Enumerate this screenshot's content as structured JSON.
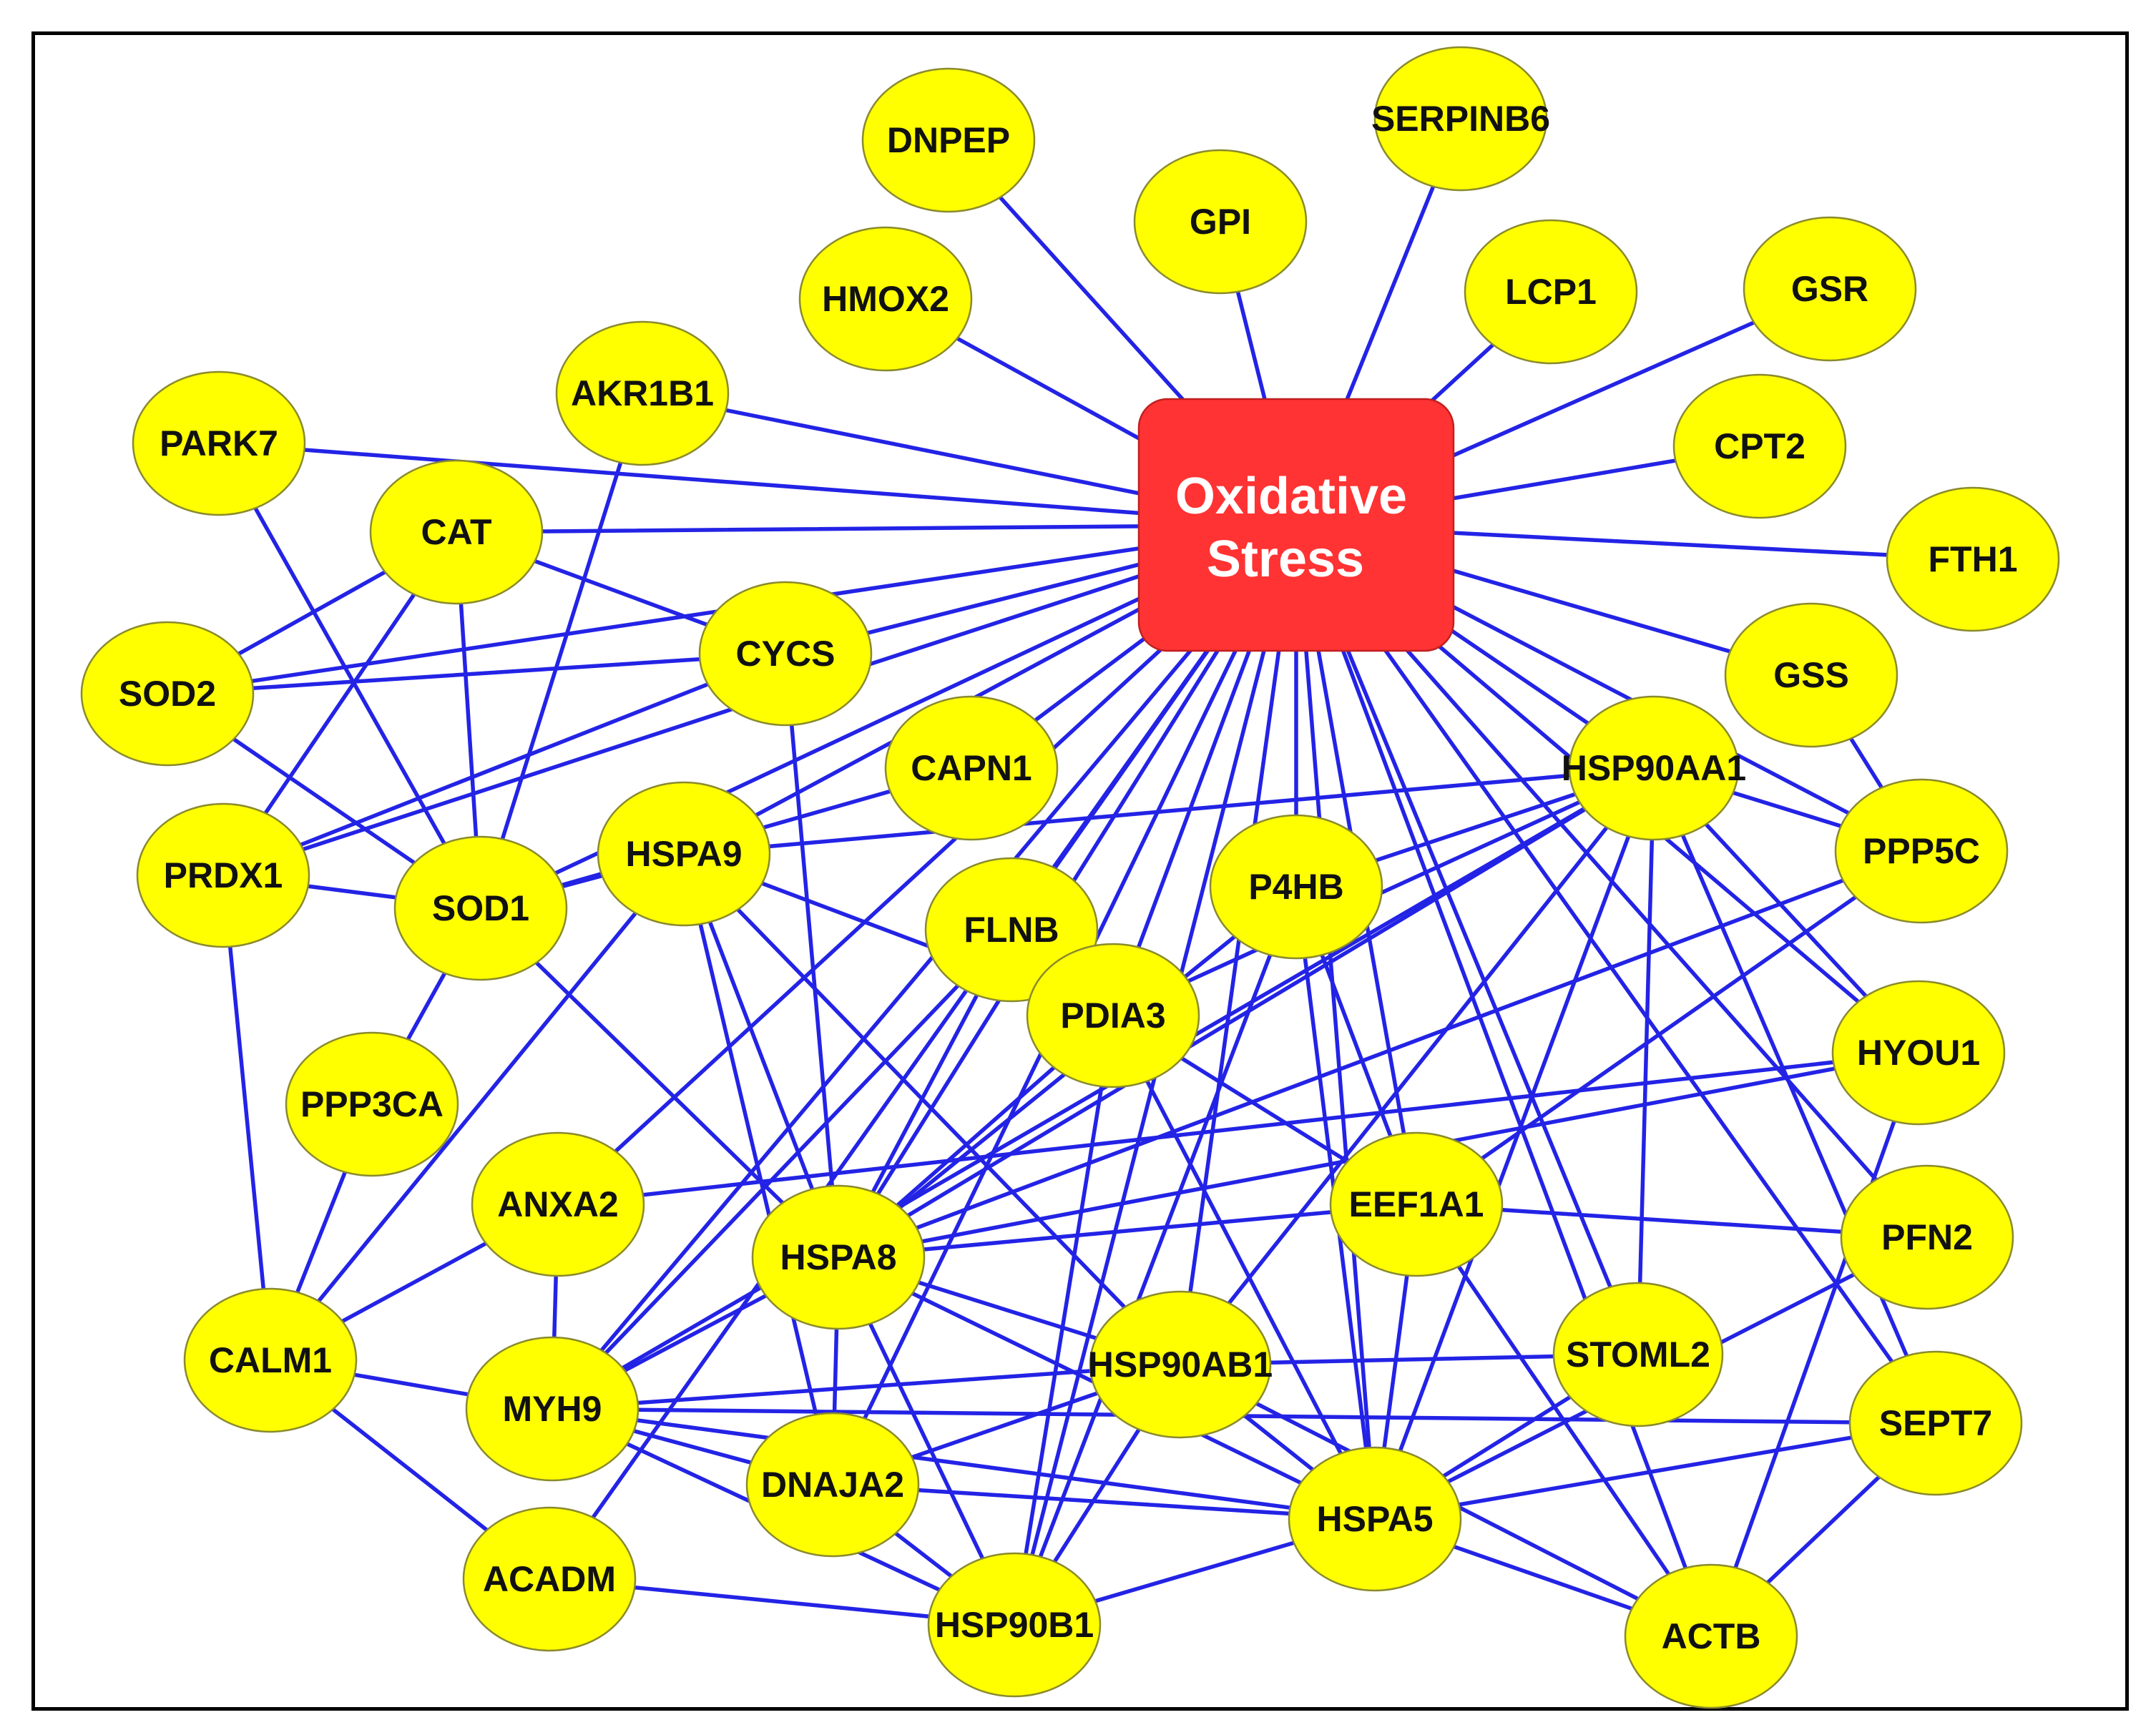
{
  "hub": {
    "label_lines": [
      "Oxidative",
      "Stress"
    ]
  },
  "nodes": [
    {
      "id": "DNPEP",
      "label": "DNPEP"
    },
    {
      "id": "SERPINB6",
      "label": "SERPINB6"
    },
    {
      "id": "GPI",
      "label": "GPI"
    },
    {
      "id": "HMOX2",
      "label": "HMOX2"
    },
    {
      "id": "LCP1",
      "label": "LCP1"
    },
    {
      "id": "GSR",
      "label": "GSR"
    },
    {
      "id": "AKR1B1",
      "label": "AKR1B1"
    },
    {
      "id": "PARK7",
      "label": "PARK7"
    },
    {
      "id": "CPT2",
      "label": "CPT2"
    },
    {
      "id": "CAT",
      "label": "CAT"
    },
    {
      "id": "FTH1",
      "label": "FTH1"
    },
    {
      "id": "CYCS",
      "label": "CYCS"
    },
    {
      "id": "SOD2",
      "label": "SOD2"
    },
    {
      "id": "GSS",
      "label": "GSS"
    },
    {
      "id": "HSP90AA1",
      "label": "HSP90AA1"
    },
    {
      "id": "CAPN1",
      "label": "CAPN1"
    },
    {
      "id": "HSPA9",
      "label": "HSPA9"
    },
    {
      "id": "PPP5C",
      "label": "PPP5C"
    },
    {
      "id": "PRDX1",
      "label": "PRDX1"
    },
    {
      "id": "SOD1",
      "label": "SOD1"
    },
    {
      "id": "P4HB",
      "label": "P4HB"
    },
    {
      "id": "FLNB",
      "label": "FLNB"
    },
    {
      "id": "PDIA3",
      "label": "PDIA3"
    },
    {
      "id": "HYOU1",
      "label": "HYOU1"
    },
    {
      "id": "PPP3CA",
      "label": "PPP3CA"
    },
    {
      "id": "ANXA2",
      "label": "ANXA2"
    },
    {
      "id": "EEF1A1",
      "label": "EEF1A1"
    },
    {
      "id": "PFN2",
      "label": "PFN2"
    },
    {
      "id": "HSPA8",
      "label": "HSPA8"
    },
    {
      "id": "CALM1",
      "label": "CALM1"
    },
    {
      "id": "HSP90AB1",
      "label": "HSP90AB1"
    },
    {
      "id": "STOML2",
      "label": "STOML2"
    },
    {
      "id": "MYH9",
      "label": "MYH9"
    },
    {
      "id": "SEPT7",
      "label": "SEPT7"
    },
    {
      "id": "DNAJA2",
      "label": "DNAJA2"
    },
    {
      "id": "HSPA5",
      "label": "HSPA5"
    },
    {
      "id": "ACADM",
      "label": "ACADM"
    },
    {
      "id": "HSP90B1",
      "label": "HSP90B1"
    },
    {
      "id": "ACTB",
      "label": "ACTB"
    }
  ],
  "edges": [
    [
      "HUB",
      "DNPEP"
    ],
    [
      "HUB",
      "GPI"
    ],
    [
      "HUB",
      "SERPINB6"
    ],
    [
      "HUB",
      "HMOX2"
    ],
    [
      "HUB",
      "LCP1"
    ],
    [
      "HUB",
      "GSR"
    ],
    [
      "HUB",
      "AKR1B1"
    ],
    [
      "HUB",
      "PARK7"
    ],
    [
      "HUB",
      "CPT2"
    ],
    [
      "HUB",
      "CAT"
    ],
    [
      "HUB",
      "FTH1"
    ],
    [
      "HUB",
      "CYCS"
    ],
    [
      "HUB",
      "SOD2"
    ],
    [
      "HUB",
      "GSS"
    ],
    [
      "HUB",
      "HSP90AA1"
    ],
    [
      "HUB",
      "CAPN1"
    ],
    [
      "HUB",
      "HSPA9"
    ],
    [
      "HUB",
      "PPP5C"
    ],
    [
      "HUB",
      "PRDX1"
    ],
    [
      "HUB",
      "SOD1"
    ],
    [
      "HUB",
      "P4HB"
    ],
    [
      "HUB",
      "FLNB"
    ],
    [
      "HUB",
      "PDIA3"
    ],
    [
      "HUB",
      "HYOU1"
    ],
    [
      "HUB",
      "ANXA2"
    ],
    [
      "HUB",
      "EEF1A1"
    ],
    [
      "HUB",
      "PFN2"
    ],
    [
      "HUB",
      "HSPA8"
    ],
    [
      "HUB",
      "HSP90AB1"
    ],
    [
      "HUB",
      "STOML2"
    ],
    [
      "HUB",
      "MYH9"
    ],
    [
      "HUB",
      "SEPT7"
    ],
    [
      "HUB",
      "DNAJA2"
    ],
    [
      "HUB",
      "HSPA5"
    ],
    [
      "HUB",
      "ACADM"
    ],
    [
      "HUB",
      "HSP90B1"
    ],
    [
      "HUB",
      "ACTB"
    ],
    [
      "PARK7",
      "SOD1"
    ],
    [
      "CAT",
      "SOD2"
    ],
    [
      "CAT",
      "PRDX1"
    ],
    [
      "CAT",
      "SOD1"
    ],
    [
      "CAT",
      "CYCS"
    ],
    [
      "AKR1B1",
      "SOD1"
    ],
    [
      "SOD2",
      "SOD1"
    ],
    [
      "SOD2",
      "CYCS"
    ],
    [
      "PRDX1",
      "SOD1"
    ],
    [
      "PRDX1",
      "CALM1"
    ],
    [
      "PRDX1",
      "CYCS"
    ],
    [
      "SOD1",
      "CAPN1"
    ],
    [
      "SOD1",
      "HSPA9"
    ],
    [
      "SOD1",
      "PPP3CA"
    ],
    [
      "SOD1",
      "HSPA8"
    ],
    [
      "PPP3CA",
      "CALM1"
    ],
    [
      "CALM1",
      "MYH9"
    ],
    [
      "CALM1",
      "ACADM"
    ],
    [
      "CALM1",
      "ANXA2"
    ],
    [
      "CALM1",
      "HSPA9"
    ],
    [
      "CYCS",
      "HSPA8"
    ],
    [
      "HSPA9",
      "HSP90AA1"
    ],
    [
      "HSPA9",
      "HSPA8"
    ],
    [
      "HSPA9",
      "DNAJA2"
    ],
    [
      "HSPA9",
      "PDIA3"
    ],
    [
      "HSPA9",
      "HSP90AB1"
    ],
    [
      "GSS",
      "PPP5C"
    ],
    [
      "HSP90AA1",
      "PPP5C"
    ],
    [
      "HSP90AA1",
      "HYOU1"
    ],
    [
      "HSP90AA1",
      "SEPT7"
    ],
    [
      "HSP90AA1",
      "HSPA8"
    ],
    [
      "HSP90AA1",
      "MYH9"
    ],
    [
      "HSP90AA1",
      "P4HB"
    ],
    [
      "HSP90AA1",
      "PDIA3"
    ],
    [
      "HSP90AA1",
      "HSP90AB1"
    ],
    [
      "HSP90AA1",
      "HSPA5"
    ],
    [
      "HSP90AA1",
      "STOML2"
    ],
    [
      "PPP5C",
      "HSPA8"
    ],
    [
      "PPP5C",
      "EEF1A1"
    ],
    [
      "HYOU1",
      "ACTB"
    ],
    [
      "HYOU1",
      "HSPA8"
    ],
    [
      "P4HB",
      "HSP90B1"
    ],
    [
      "P4HB",
      "HSPA5"
    ],
    [
      "P4HB",
      "HSPA8"
    ],
    [
      "P4HB",
      "EEF1A1"
    ],
    [
      "PDIA3",
      "HSPA5"
    ],
    [
      "PDIA3",
      "HSPA8"
    ],
    [
      "PDIA3",
      "HSP90B1"
    ],
    [
      "PDIA3",
      "EEF1A1"
    ],
    [
      "FLNB",
      "MYH9"
    ],
    [
      "FLNB",
      "HSPA8"
    ],
    [
      "FLNB",
      "PDIA3"
    ],
    [
      "ANXA2",
      "MYH9"
    ],
    [
      "ANXA2",
      "HYOU1"
    ],
    [
      "EEF1A1",
      "PFN2"
    ],
    [
      "EEF1A1",
      "HSPA8"
    ],
    [
      "EEF1A1",
      "ACTB"
    ],
    [
      "EEF1A1",
      "HSPA5"
    ],
    [
      "HSPA8",
      "HSP90AB1"
    ],
    [
      "HSPA8",
      "DNAJA2"
    ],
    [
      "HSPA8",
      "HSPA5"
    ],
    [
      "HSPA8",
      "HSP90B1"
    ],
    [
      "HSPA8",
      "MYH9"
    ],
    [
      "HSP90AB1",
      "STOML2"
    ],
    [
      "HSP90AB1",
      "MYH9"
    ],
    [
      "HSP90AB1",
      "HSPA5"
    ],
    [
      "HSP90AB1",
      "DNAJA2"
    ],
    [
      "HSP90AB1",
      "ACTB"
    ],
    [
      "HSP90AB1",
      "HSP90B1"
    ],
    [
      "STOML2",
      "HSPA5"
    ],
    [
      "MYH9",
      "SEPT7"
    ],
    [
      "MYH9",
      "HSPA5"
    ],
    [
      "MYH9",
      "DNAJA2"
    ],
    [
      "MYH9",
      "HSP90B1"
    ],
    [
      "SEPT7",
      "HSPA5"
    ],
    [
      "SEPT7",
      "ACTB"
    ],
    [
      "DNAJA2",
      "HSPA5"
    ],
    [
      "DNAJA2",
      "HSP90B1"
    ],
    [
      "HSPA5",
      "HSP90B1"
    ],
    [
      "HSPA5",
      "ACTB"
    ],
    [
      "ACADM",
      "HSP90B1"
    ],
    [
      "HSPA5",
      "PFN2"
    ]
  ]
}
